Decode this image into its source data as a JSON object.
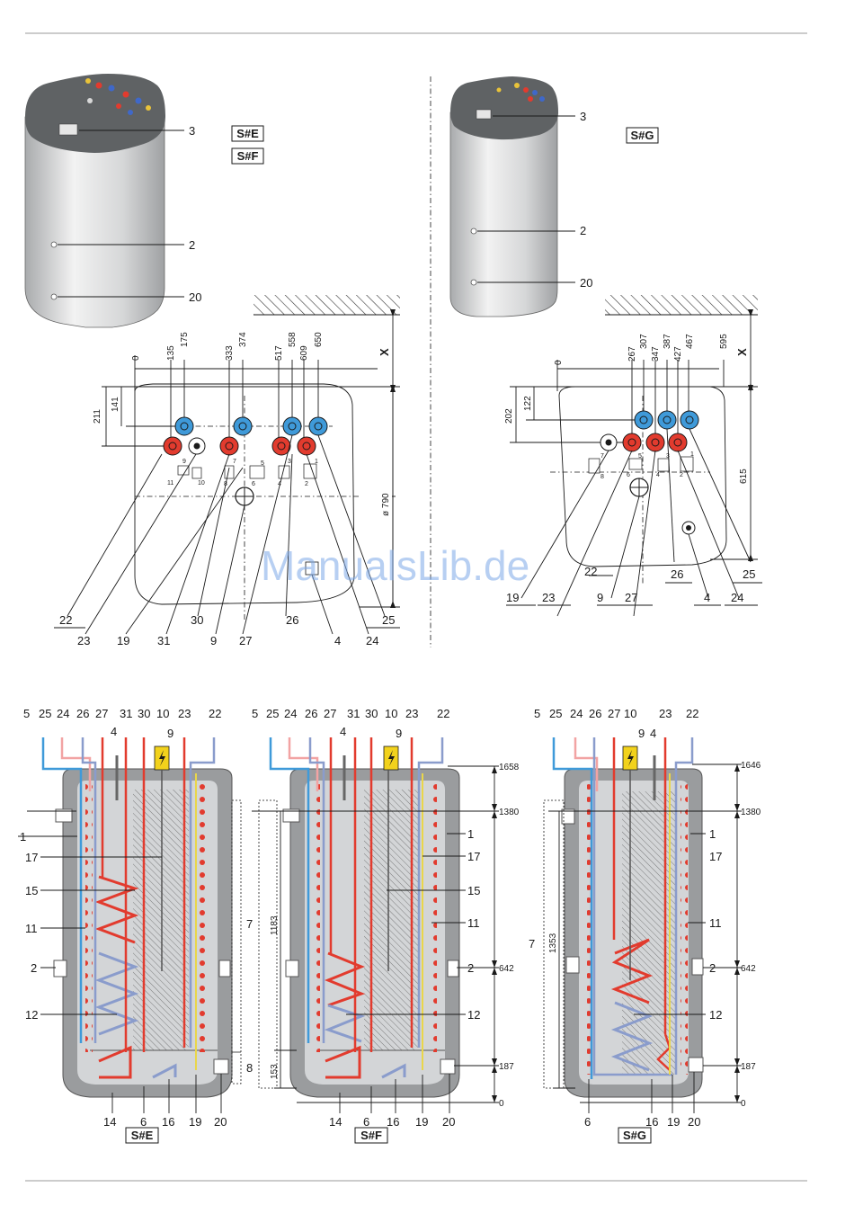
{
  "watermark": "ManualsLib.de",
  "colors": {
    "hot": "#e23b2e",
    "cold": "#3f9ad9",
    "coil_blue": "#8a9ccc",
    "pink": "#f2a3a3",
    "tank": "#c9cbcd",
    "insul": "#9a9c9e",
    "lid": "#5f6264",
    "electric": "#f2d21c"
  },
  "variants": {
    "se": "S#E",
    "sf": "S#F",
    "sg": "S#G"
  },
  "top_left": {
    "labels": {
      "l3": "3",
      "l2": "2",
      "l20": "20"
    },
    "dims_x": [
      "0",
      "135",
      "175",
      "333",
      "374",
      "517",
      "558",
      "609",
      "650"
    ],
    "dims_y": [
      "211",
      "141"
    ],
    "dim_x_label": "X",
    "dim_diam": "ø 790",
    "port_mini": [
      "9",
      "11",
      "10",
      "7",
      "8",
      "5",
      "6",
      "3",
      "4",
      "1",
      "2"
    ],
    "bottom_labels": [
      "22",
      "23",
      "19",
      "31",
      "30",
      "9",
      "27",
      "26",
      "4",
      "24",
      "25"
    ]
  },
  "top_right": {
    "labels": {
      "l3": "3",
      "l2": "2",
      "l20": "20"
    },
    "dims_x": [
      "0",
      "267",
      "307",
      "347",
      "387",
      "427",
      "467",
      "595"
    ],
    "dims_y": [
      "202",
      "122"
    ],
    "dim_x_label": "X",
    "dim_615": "615",
    "port_mini": [
      "7",
      "5",
      "8",
      "6",
      "3",
      "4",
      "1",
      "2"
    ],
    "bottom_labels": [
      "19",
      "23",
      "22",
      "9",
      "27",
      "26",
      "4",
      "24",
      "25"
    ]
  },
  "sections": {
    "se_top": [
      "5",
      "25",
      "24",
      "26",
      "27",
      "31",
      "30",
      "10",
      "9",
      "23",
      "22"
    ],
    "sf_top": [
      "5",
      "25",
      "24",
      "26",
      "27",
      "4",
      "31",
      "30",
      "10",
      "9",
      "23",
      "22"
    ],
    "sg_top": [
      "5",
      "25",
      "24",
      "26",
      "27",
      "10",
      "9",
      "4",
      "23",
      "22"
    ],
    "se_side_left": [
      "1",
      "17",
      "15",
      "11",
      "2",
      "12"
    ],
    "se_bottom": [
      "14",
      "6",
      "16",
      "19",
      "20"
    ],
    "sf_bottom": [
      "14",
      "6",
      "16",
      "19",
      "20"
    ],
    "sg_bottom": [
      "6",
      "16",
      "19",
      "20"
    ],
    "se_top4": "4",
    "sf_side_right": [
      "1",
      "17",
      "15",
      "11",
      "2",
      "12"
    ],
    "sg_side_right": [
      "1",
      "17",
      "11",
      "2",
      "12"
    ],
    "mid_labels": {
      "seven": "7",
      "eight": "8",
      "sg_seven": "7"
    },
    "heights_sf": [
      "1658",
      "1380",
      "642",
      "187",
      "0"
    ],
    "heights_sf_inner": [
      "1183",
      "153"
    ],
    "heights_sg": [
      "1646",
      "1380",
      "642",
      "187",
      "0"
    ],
    "heights_sg_inner": "1353"
  }
}
